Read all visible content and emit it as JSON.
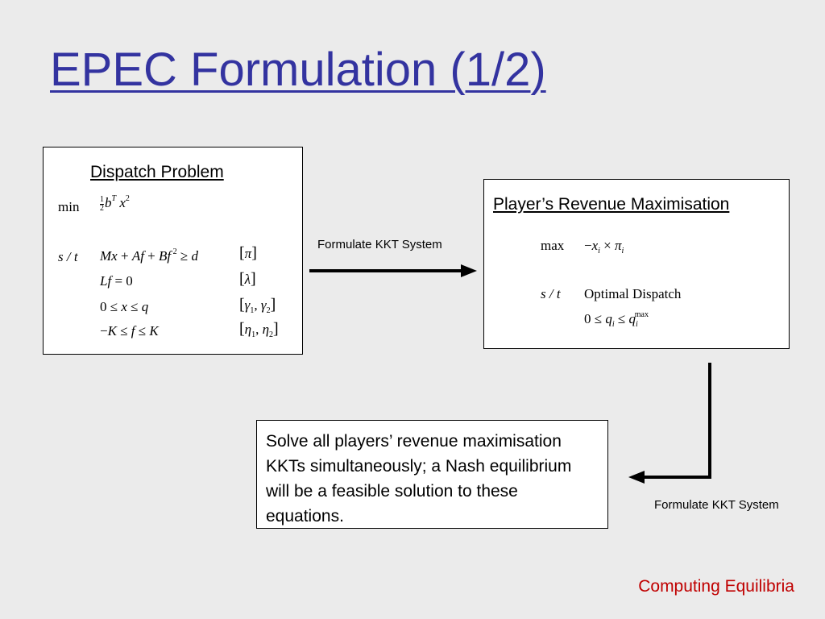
{
  "slide": {
    "title": "EPEC Formulation (1/2)",
    "footer": "Computing Equilibria"
  },
  "dispatch_box": {
    "heading": "Dispatch Problem",
    "min_label": "min",
    "st_label": "s / t"
  },
  "revenue_box": {
    "heading": "Player’s Revenue Maximisation",
    "max_label": "max",
    "st_label": "s / t",
    "constraint_text": "Optimal Dispatch"
  },
  "arrows": {
    "top_label": "Formulate KKT System",
    "bottom_label": "Formulate KKT System"
  },
  "solve_box": {
    "text": "Solve all players’ revenue maximisation KKTs simultaneously; a Nash equilibrium will be a feasible solution to these equations."
  },
  "colors": {
    "title": "#3333a0",
    "footer": "#c00000",
    "background": "#ebebeb"
  }
}
